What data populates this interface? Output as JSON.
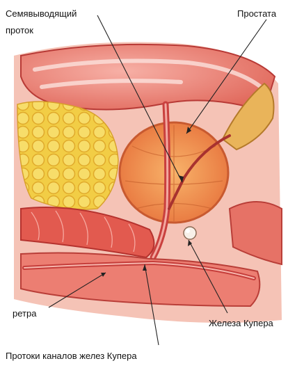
{
  "labels": {
    "vas_deferens_line1": "Семявыводящий",
    "vas_deferens_line2": "проток",
    "prostate": "Простата",
    "urethra": "ретра",
    "cowper_gland": "Железа  Купера",
    "cowper_ducts": "Протоки  каналов  желез  Купера"
  },
  "colors": {
    "tissue_light": "#f6c2b8",
    "tissue_mid": "#ec8278",
    "tissue_dark": "#d94a45",
    "fat": "#f2cd45",
    "prostate": "#f39a4e",
    "gland": "#f7f0e8",
    "leader_line": "#222222"
  }
}
